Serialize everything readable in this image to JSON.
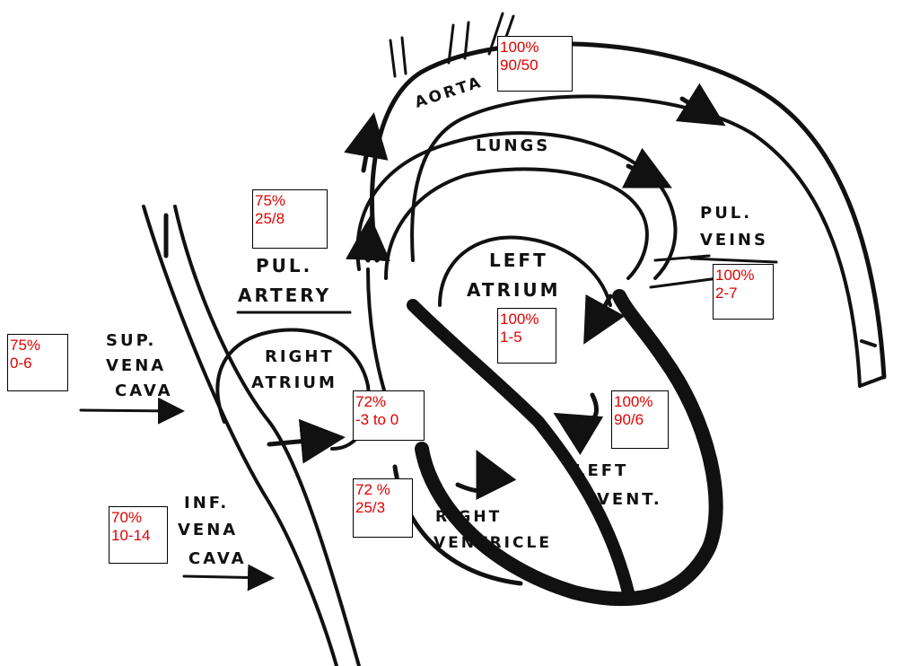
{
  "labels": {
    "aorta": "AORTA",
    "lungs": "LUNGS",
    "pul_veins_1": "PUL.",
    "pul_veins_2": "VEINS",
    "pul_artery_1": "PUL.",
    "pul_artery_2": "ARTERY",
    "left_atrium_1": "LEFT",
    "left_atrium_2": "ATRIUM",
    "right_atrium_1": "RIGHT",
    "right_atrium_2": "ATRIUM",
    "sup_vena_cava_1": "SUP.",
    "sup_vena_cava_2": "VENA",
    "sup_vena_cava_3": "CAVA",
    "inf_vena_cava_1": "INF.",
    "inf_vena_cava_2": "VENA",
    "inf_vena_cava_3": "CAVA",
    "left_vent_1": "LEFT",
    "left_vent_2": "VENT.",
    "right_ventricle_1": "RIGHT",
    "right_ventricle_2": "VENTRICLE"
  },
  "annotations": {
    "aorta": {
      "saturation": "100%",
      "pressure": "90/50"
    },
    "pul_artery": {
      "saturation": "75%",
      "pressure": "25/8"
    },
    "pul_veins": {
      "saturation": "100%",
      "pressure": "2-7"
    },
    "left_atrium": {
      "saturation": "100%",
      "pressure": "1-5"
    },
    "sup_vena_cava": {
      "saturation": "75%",
      "pressure": "0-6"
    },
    "right_atrium": {
      "saturation": "72%",
      "pressure": "-3 to 0"
    },
    "left_ventricle": {
      "saturation": "100%",
      "pressure": "90/6"
    },
    "right_ventricle": {
      "saturation": "72 %",
      "pressure": "25/3"
    },
    "inf_vena_cava": {
      "saturation": "70%",
      "pressure": "10-14"
    }
  },
  "colors": {
    "annotation_text": "#e00000",
    "ink": "#111111",
    "box_border": "#000000"
  }
}
